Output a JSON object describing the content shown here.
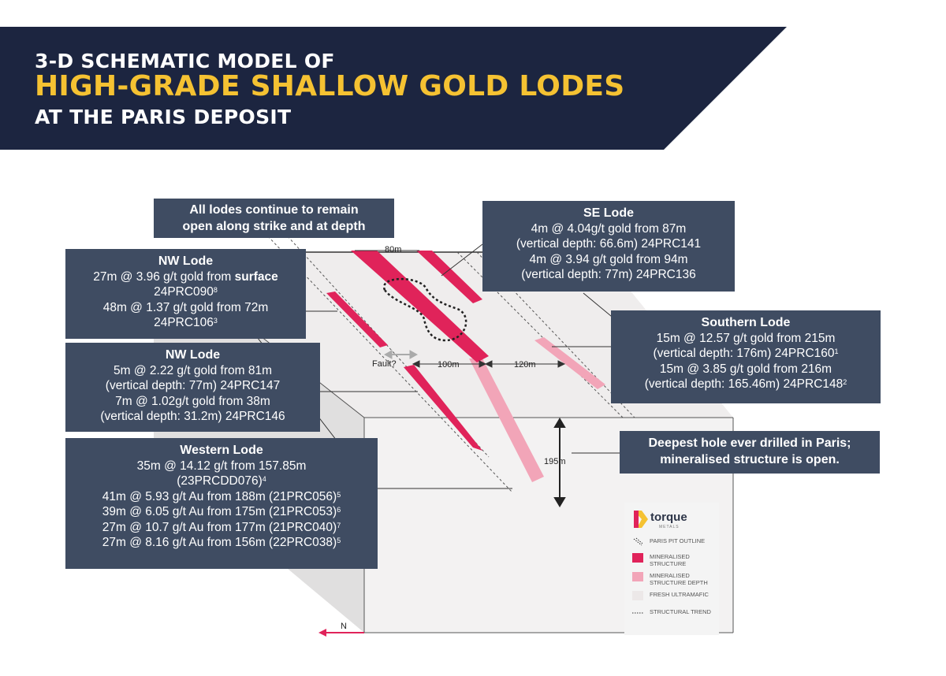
{
  "title": {
    "line1": "3-D SCHEMATIC MODEL OF",
    "line2": "HIGH-GRADE SHALLOW GOLD LODES",
    "line3": "AT THE PARIS DEPOSIT"
  },
  "colors": {
    "banner": "#1c2540",
    "highlight": "#f5c232",
    "box": "#3f4c62",
    "mineralised": "#e0235a",
    "mineralised_depth": "#f2a5b8",
    "ultramafic": "#efeded"
  },
  "callouts": {
    "open_lodes": [
      "All lodes continue to remain",
      "open along strike and at depth"
    ],
    "deepest_hole": [
      "Deepest hole ever drilled in Paris;",
      "mineralised structure is open."
    ]
  },
  "boxes": {
    "nw_lode_1": {
      "heading": "NW Lode",
      "l1_pre": "27m @ 3.96 g/t gold from ",
      "l1_bold": "surface",
      "l2": "24PRC090",
      "l2_sup": "8",
      "l3": "48m @ 1.37 g/t gold from 72m",
      "l4": "24PRC106",
      "l4_sup": "3"
    },
    "nw_lode_2": {
      "heading": "NW Lode",
      "lines": [
        "5m @ 2.22 g/t gold from 81m",
        "(vertical depth: 77m) 24PRC147",
        "7m @ 1.02g/t gold from 38m",
        "(vertical depth: 31.2m) 24PRC146"
      ]
    },
    "western_lode": {
      "heading": "Western Lode",
      "l1": "35m @ 14.12 g/t from 157.85m",
      "l2": "(23PRCDD076)",
      "l2_sup": "4",
      "l3": "41m @ 5.93 g/t Au from 188m (21PRC056)",
      "l3_sup": "5",
      "l4": "39m @ 6.05 g/t Au from 175m (21PRC053)",
      "l4_sup": "6",
      "l5": "27m @ 10.7 g/t Au from 177m (21PRC040)",
      "l5_sup": "7",
      "l6": "27m @ 8.16 g/t Au from 156m (22PRC038)",
      "l6_sup": "5"
    },
    "se_lode": {
      "heading": "SE Lode",
      "lines": [
        "4m @ 4.04g/t gold from 87m",
        "(vertical depth: 66.6m) 24PRC141",
        "4m @ 3.94 g/t gold from 94m",
        "(vertical depth: 77m) 24PRC136"
      ]
    },
    "southern_lode": {
      "heading": "Southern Lode",
      "l1": "15m @ 12.57 g/t gold from 215m",
      "l2": "(vertical depth: 176m) 24PRC160",
      "l2_sup": "1",
      "l3": "15m @ 3.85 g/t gold from 216m",
      "l4": "(vertical depth: 165.46m) 24PRC148",
      "l4_sup": "2"
    }
  },
  "diagram_labels": {
    "dim_80": "80m",
    "dim_100": "100m",
    "dim_120": "120m",
    "dim_195": "195m",
    "fault": "Fault?",
    "north": "N"
  },
  "legend": {
    "brand": "torque",
    "brand_sub": "METALS",
    "items": [
      {
        "label": "PARIS PIT OUTLINE",
        "icon": "dotted-outline-icon"
      },
      {
        "label": "MINERALISED STRUCTURE",
        "icon": "red-swatch-icon"
      },
      {
        "label": "MINERALISED STRUCTURE DEPTH",
        "icon": "pink-swatch-icon"
      },
      {
        "label": "FRESH ULTRAMAFIC",
        "icon": "grey-swatch-icon"
      },
      {
        "label": "STRUCTURAL TREND",
        "icon": "dotted-line-icon"
      }
    ]
  }
}
